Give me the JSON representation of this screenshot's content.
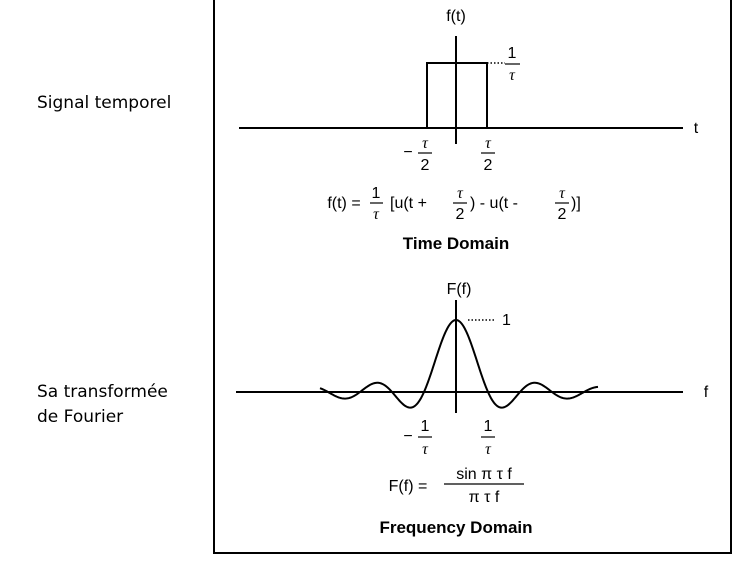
{
  "side_labels": {
    "time": "Signal temporel",
    "freq_line1": "Sa transformée",
    "freq_line2": "de Fourier"
  },
  "time_domain": {
    "ylabel": "f(t)",
    "xlabel": "t",
    "height_label_num": "1",
    "height_label_den": "τ",
    "tick_left_sign": "−",
    "tick_num": "τ",
    "tick_den": "2",
    "formula_prefix": "f(t) =",
    "formula_frac_num": "1",
    "formula_frac_den": "τ",
    "formula_part1": "[u(t +",
    "formula_part2": ") - u(t -",
    "formula_part3": ")]",
    "title": "Time Domain"
  },
  "freq_domain": {
    "ylabel": "F(f)",
    "xlabel": "f",
    "peak_label": "1",
    "tick_left_sign": "−",
    "tick_num": "1",
    "tick_den": "τ",
    "formula_prefix": "F(f) =",
    "formula_num": "sin π τ f",
    "formula_den": "π τ f",
    "title": "Frequency Domain"
  }
}
